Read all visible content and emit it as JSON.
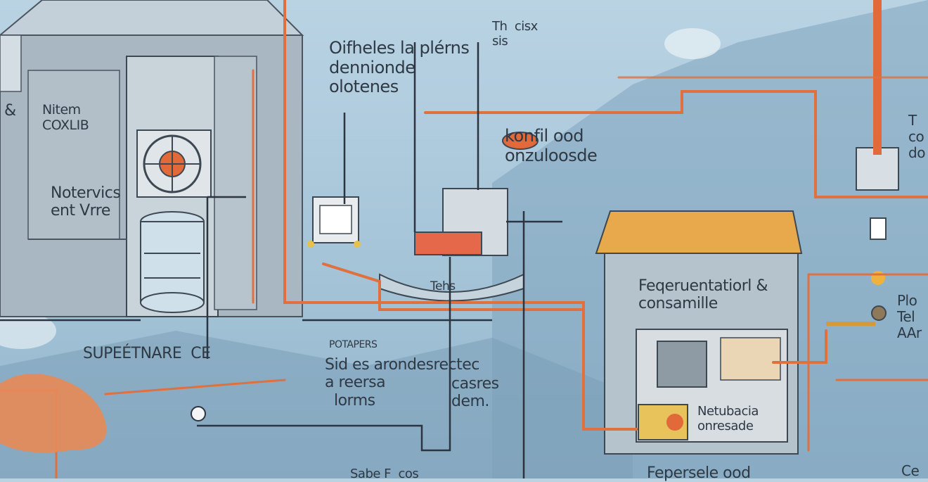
{
  "labels": {
    "top_center": "Oifheles la plérns\ndennionde\nolotenes",
    "top_tick": "Th  cisx\nsis",
    "left_edge": "&",
    "left_mid": "Nitem\nCOXLIB",
    "left_note": "Notervics\nent Vrre",
    "bottom_left": "SUPEÉTNARE  CE",
    "konfil": "konfil ood\nonzuloosde",
    "tank": "Tehs",
    "center_small": "POTAPERS",
    "center_left": "Sid es arondesrectec\na reersa\n  lorms",
    "center_right": "casres\ndem.",
    "house_title": "Feqeruentatiorl &\nconsamille",
    "house_unit": "Netubacia\nonresade",
    "bottom_center": "Sabe F  cos",
    "bottom_right": "Fepersele ood",
    "right_upper": "T\nco\ndo",
    "right_mid": "Plo\nTel\nAAr",
    "right_bottom": "Ce"
  },
  "colors": {
    "pipe_orange": "#e0703e",
    "roof_yellow": "#e8a84c",
    "line_dark": "#2b3440",
    "wall_gray": "#aab6c0"
  }
}
